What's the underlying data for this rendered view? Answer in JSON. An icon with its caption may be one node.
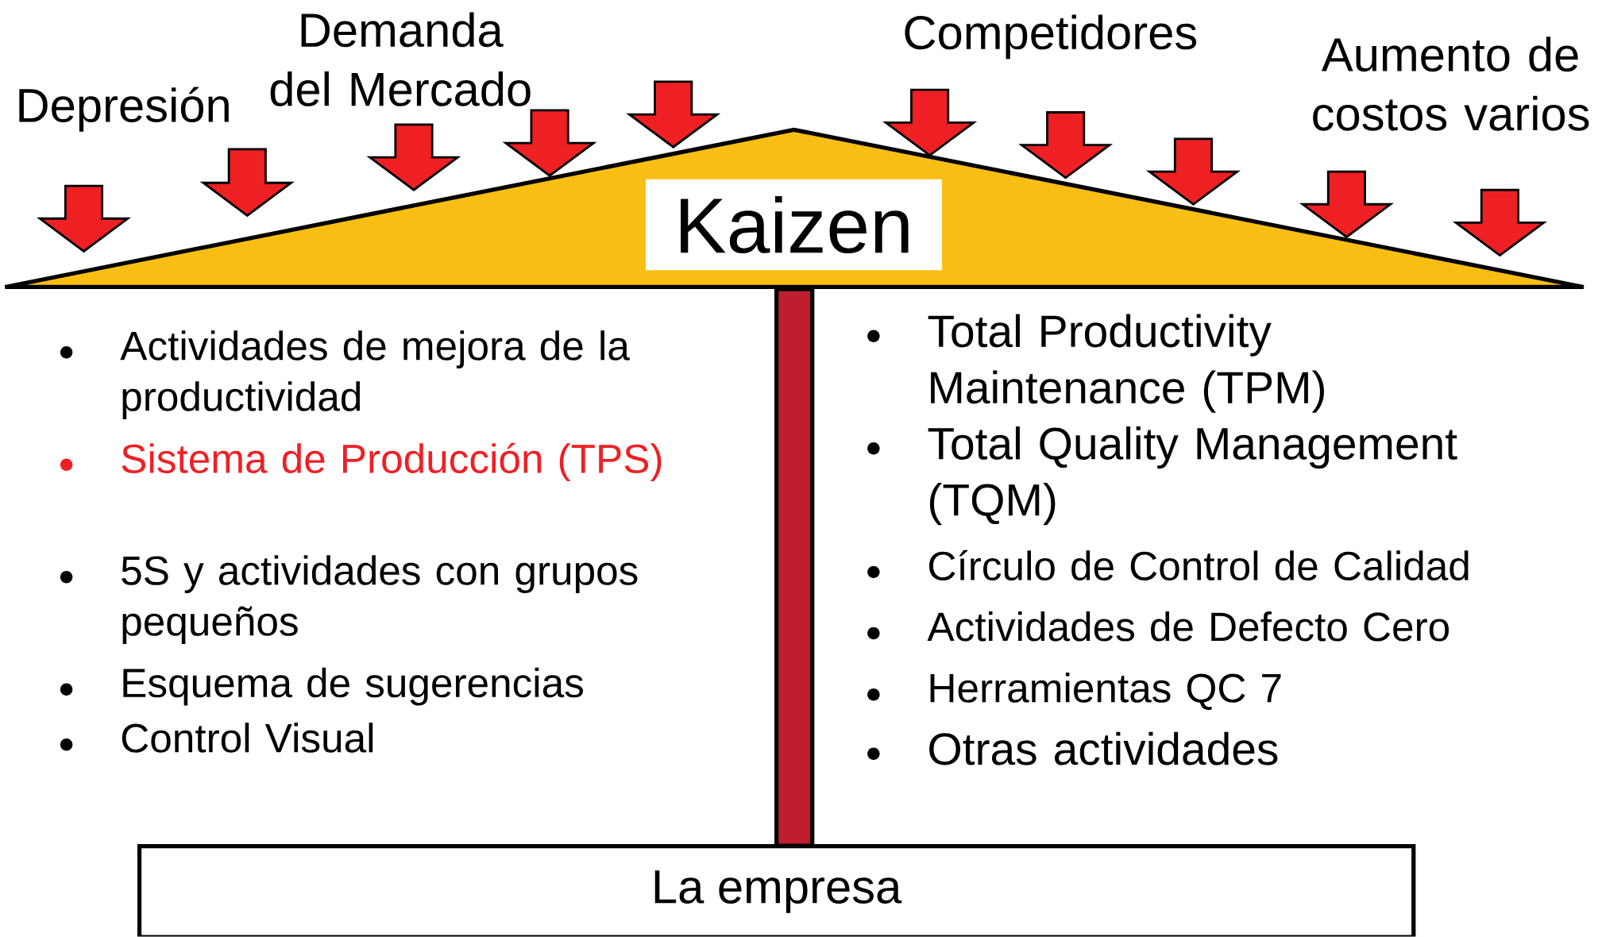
{
  "diagram": {
    "nodes": [
      {
        "text": [
          "Kaizen"
        ]
      },
      {
        "text": [],
        "shape": "bar"
      },
      {
        "text": [
          "La empresa"
        ]
      }
    ],
    "labels": [
      "Depresión",
      "Demanda del Mercado",
      "Competidores",
      "Aumento de costos varios",
      "Actividades de mejora de la productividad",
      "Sistema de Producción (TPS)",
      "5S y actividades con grupos pequeños",
      "Esquema de sugerencias",
      "Control Visual",
      "Total Productivity Maintenance (TPM)",
      "Total Quality Management (TQM)",
      "Círculo de Control de Calidad",
      "Actividades de Defecto Cero",
      "Herramientas QC 7",
      "Otras actividades"
    ]
  }
}
